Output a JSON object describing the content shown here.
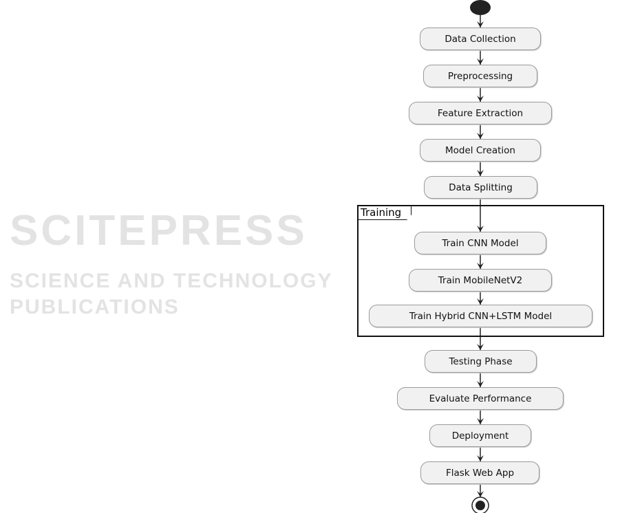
{
  "watermark": {
    "title": "SCITEPRESS",
    "subtitle": "SCIENCE AND TECHNOLOGY PUBLICATIONS"
  },
  "diagram": {
    "nodes": [
      {
        "id": "data-collection",
        "label": "Data Collection"
      },
      {
        "id": "preprocessing",
        "label": "Preprocessing"
      },
      {
        "id": "feature-extraction",
        "label": "Feature Extraction"
      },
      {
        "id": "model-creation",
        "label": "Model Creation"
      },
      {
        "id": "data-splitting",
        "label": "Data Splitting"
      },
      {
        "id": "train-cnn",
        "label": "Train CNN Model"
      },
      {
        "id": "train-mobilenetv2",
        "label": "Train MobileNetV2"
      },
      {
        "id": "train-hybrid",
        "label": "Train Hybrid CNN+LSTM Model"
      },
      {
        "id": "testing-phase",
        "label": "Testing Phase"
      },
      {
        "id": "evaluate-performance",
        "label": "Evaluate Performance"
      },
      {
        "id": "deployment",
        "label": "Deployment"
      },
      {
        "id": "flask-web-app",
        "label": "Flask Web App"
      }
    ],
    "group": {
      "label": "Training"
    }
  }
}
